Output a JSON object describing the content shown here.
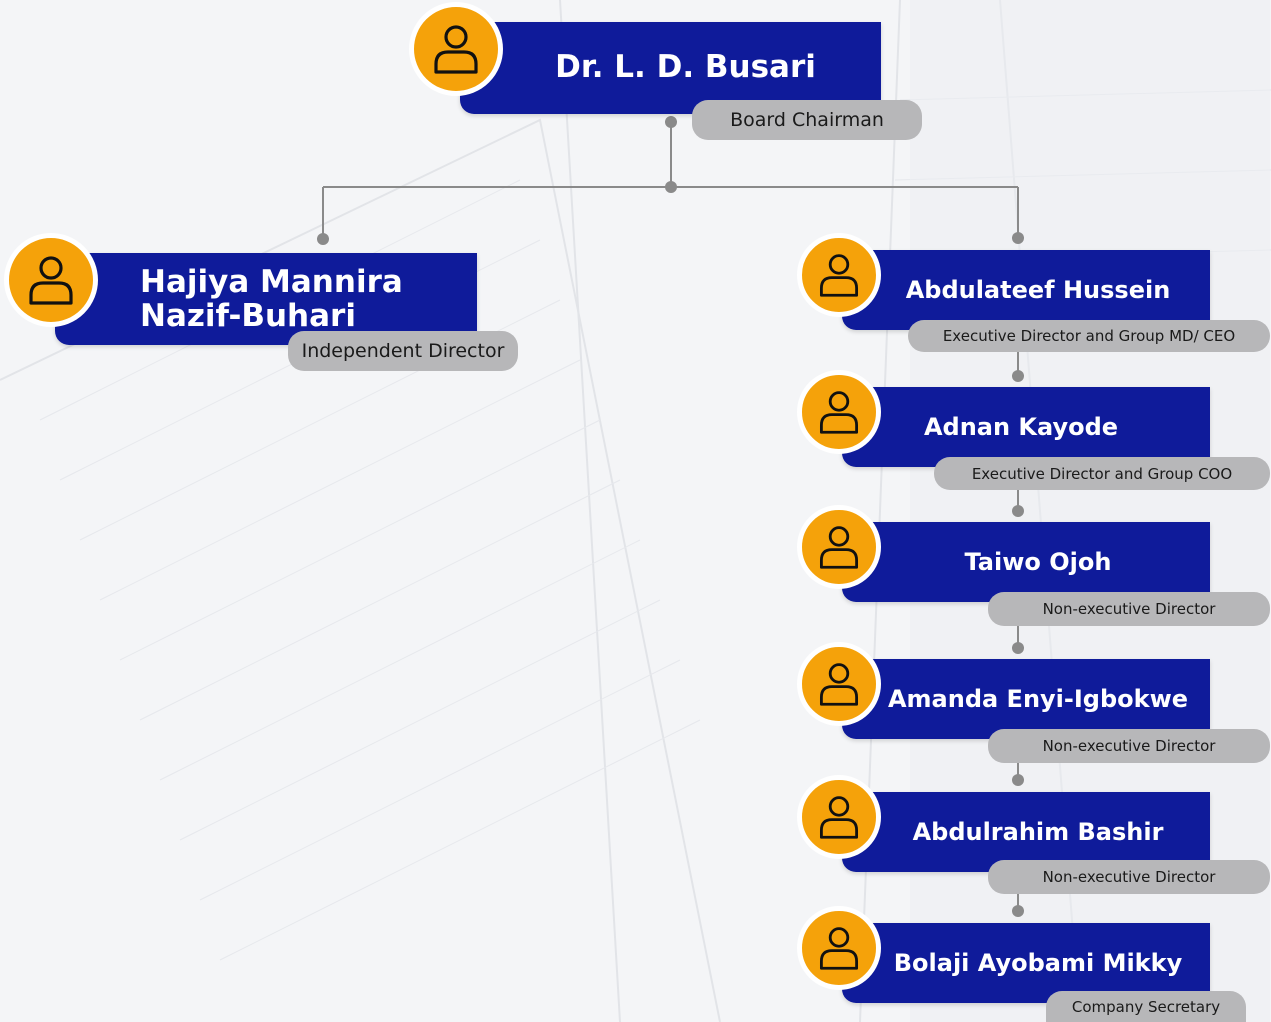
{
  "colors": {
    "bar": "#0f1b9a",
    "avatar": "#f5a20a",
    "pill": "#b7b7b9",
    "connector": "#8a8a8a"
  },
  "chairman": {
    "name": "Dr. L. D. Busari",
    "role": "Board Chairman",
    "icon": "person-icon"
  },
  "independent": {
    "name": "Hajiya Mannira\nNazif-Buhari",
    "role": "Independent Director",
    "icon": "person-icon"
  },
  "directors": [
    {
      "name": "Abdulateef Hussein",
      "role": "Executive Director and Group MD/ CEO",
      "icon": "person-icon"
    },
    {
      "name": "Adnan Kayode",
      "role": "Executive Director and Group COO",
      "icon": "person-icon"
    },
    {
      "name": "Taiwo Ojoh",
      "role": "Non-executive Director",
      "icon": "person-icon"
    },
    {
      "name": "Amanda Enyi-Igbokwe",
      "role": "Non-executive Director",
      "icon": "person-icon"
    },
    {
      "name": "Abdulrahim Bashir",
      "role": "Non-executive Director",
      "icon": "person-icon"
    },
    {
      "name": "Bolaji Ayobami Mikky",
      "role": "Company Secretary",
      "icon": "person-icon"
    }
  ]
}
